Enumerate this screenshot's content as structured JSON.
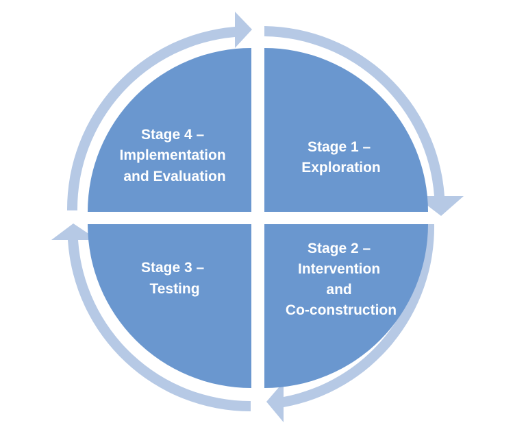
{
  "colors": {
    "quadrant_fill": "#6a97cf",
    "arrow_fill": "#b6c9e5",
    "label_text": "#ffffff",
    "background": "#ffffff"
  },
  "stages": [
    {
      "id": "stage-1",
      "lines": [
        "Stage 1 –",
        "Exploration"
      ]
    },
    {
      "id": "stage-2",
      "lines": [
        "Stage 2 –",
        "Intervention",
        "and",
        "Co-construction"
      ]
    },
    {
      "id": "stage-3",
      "lines": [
        "Stage 3 –",
        "Testing"
      ]
    },
    {
      "id": "stage-4",
      "lines": [
        "Stage 4 –",
        "Implementation",
        "and Evaluation"
      ]
    }
  ]
}
